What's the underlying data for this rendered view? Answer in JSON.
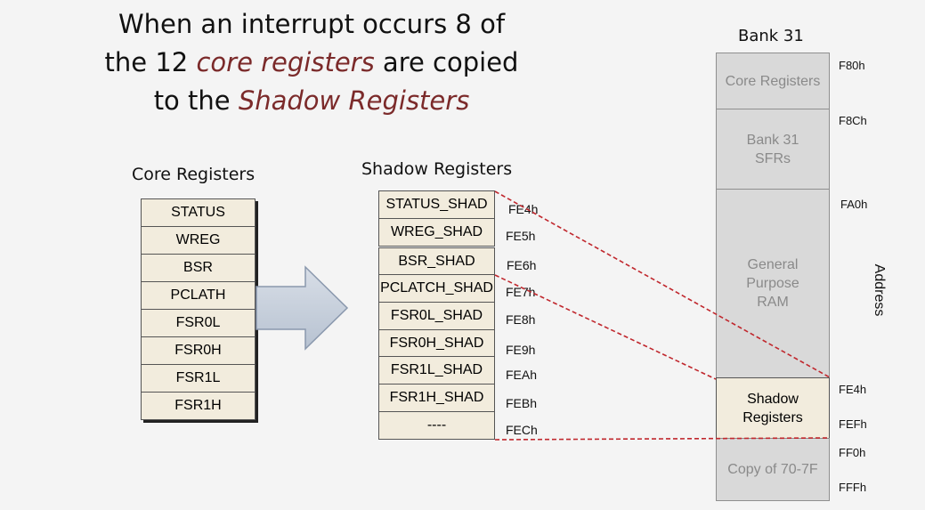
{
  "title": {
    "line1": "When an interrupt occurs 8 of",
    "line2_prefix": "the 12 ",
    "line2_highlight": "core registers",
    "line2_suffix": " are copied",
    "line3_prefix": "to the ",
    "line3_highlight": "Shadow Registers"
  },
  "core_registers": {
    "heading": "Core Registers",
    "items": [
      "STATUS",
      "WREG",
      "BSR",
      "PCLATH",
      "FSR0L",
      "FSR0H",
      "FSR1L",
      "FSR1H"
    ]
  },
  "shadow_registers": {
    "heading": "Shadow Registers",
    "items": [
      {
        "name": "STATUS_SHAD",
        "address": "FE4h"
      },
      {
        "name": "WREG_SHAD",
        "address": "FE5h"
      },
      {
        "name": "BSR_SHAD",
        "address": "FE6h"
      },
      {
        "name": "PCLATCH_SHAD",
        "address": "FE7h"
      },
      {
        "name": "FSR0L_SHAD",
        "address": "FE8h"
      },
      {
        "name": "FSR0H_SHAD",
        "address": "FE9h"
      },
      {
        "name": "FSR1L_SHAD",
        "address": "FEAh"
      },
      {
        "name": "FSR1H_SHAD",
        "address": "FEBh"
      },
      {
        "name": "----",
        "address": "FECh"
      }
    ]
  },
  "bank": {
    "title": "Bank 31",
    "axis_label": "Address",
    "segments": [
      {
        "label": "Core Registers"
      },
      {
        "label": "Bank 31\nSFRs"
      },
      {
        "label": "General\nPurpose\nRAM"
      },
      {
        "label": "Shadow\nRegisters"
      },
      {
        "label": "Copy of 70-7F"
      }
    ],
    "addresses": [
      "F80h",
      "F8Ch",
      "FA0h",
      "FE4h",
      "FEFh",
      "FF0h",
      "FFFh"
    ]
  },
  "colors": {
    "cell_fill": "#f2ecdd",
    "bank_fill": "#d9d9d9",
    "highlight_text": "#7b2a2a",
    "dashed_line": "#c0272d",
    "arrow_fill": "#c7d0dc"
  }
}
